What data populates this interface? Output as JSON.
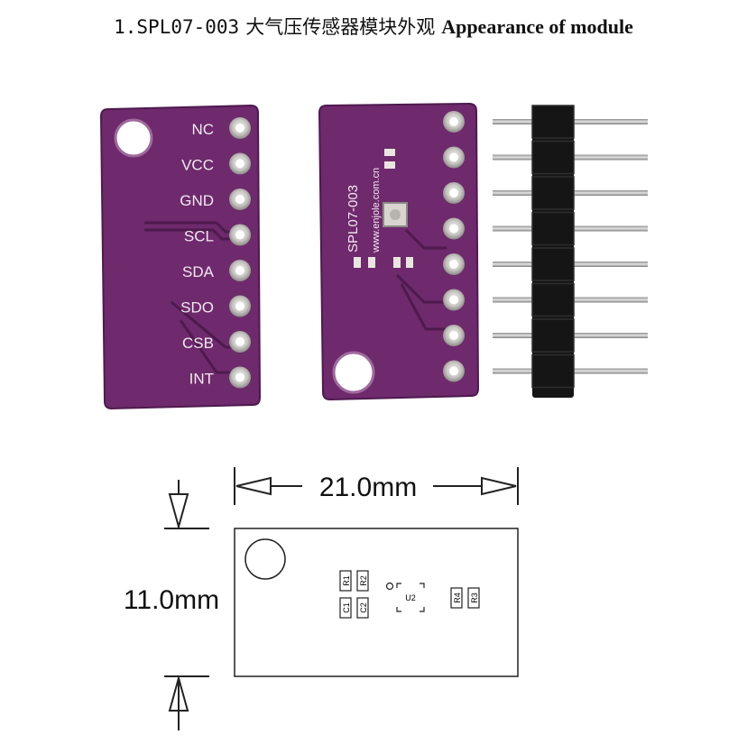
{
  "heading": {
    "number": "1.SPL07-003",
    "chinese": "大气压传感器模块外观",
    "english": "Appearance of module"
  },
  "pcb_back": {
    "pins": [
      "NC",
      "VCC",
      "GND",
      "SCL",
      "SDA",
      "SDO",
      "CSB",
      "INT"
    ]
  },
  "pcb_front": {
    "part_label": "SPL07-003",
    "url": "www.enjole.com.cn"
  },
  "header_pins": {
    "count": 8
  },
  "drawing": {
    "width_label": "21.0mm",
    "height_label": "11.0mm",
    "components": [
      "R1",
      "R2",
      "C1",
      "C2",
      "U2",
      "R4",
      "R3"
    ]
  },
  "colors": {
    "pcb": "#6e2a6c",
    "pcb_dark": "#4e1a4e",
    "silk": "#f0e9f0",
    "pad": "#c9c7c3",
    "header_plastic": "#151515",
    "pin_metal": "#bdbdbd"
  }
}
